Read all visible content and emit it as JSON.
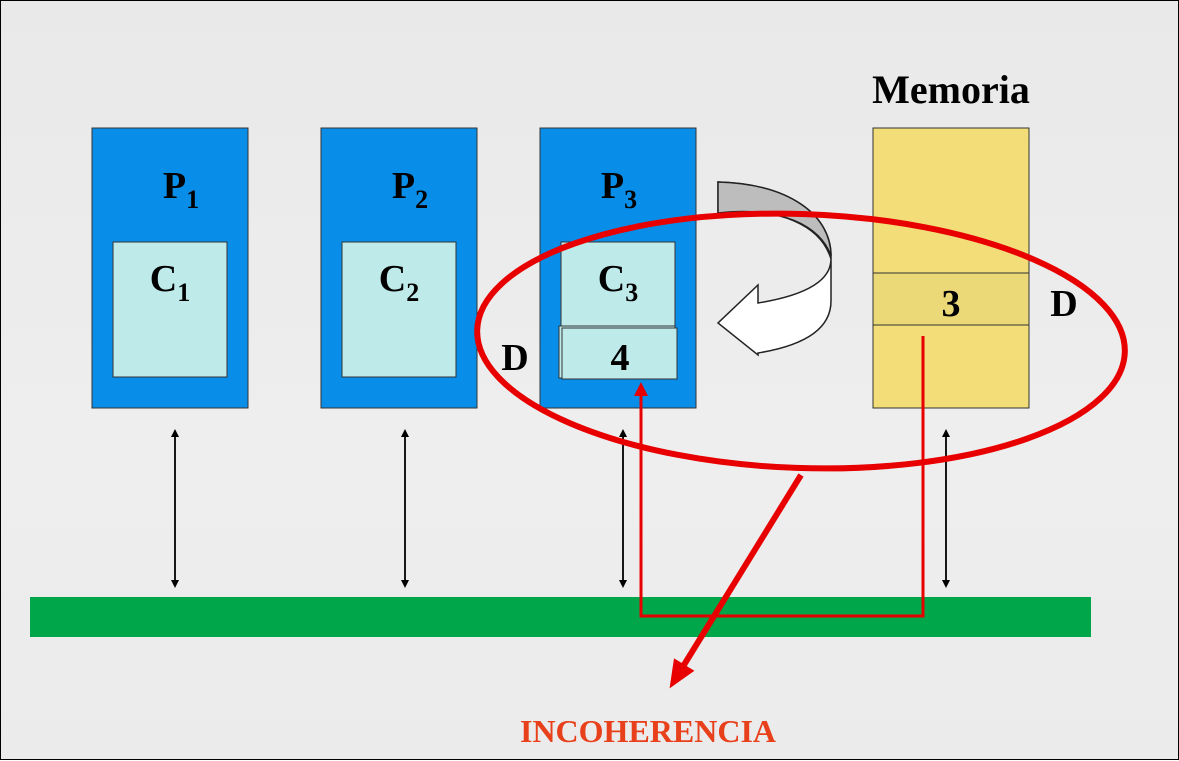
{
  "processors": [
    {
      "p_label": "P",
      "p_sub": "1",
      "c_label": "C",
      "c_sub": "1"
    },
    {
      "p_label": "P",
      "p_sub": "2",
      "c_label": "C",
      "c_sub": "2"
    },
    {
      "p_label": "P",
      "p_sub": "3",
      "c_label": "C",
      "c_sub": "3"
    }
  ],
  "cache_block": {
    "label": "D",
    "value": "4"
  },
  "memory": {
    "title": "Memoria",
    "block_label": "D",
    "value": "3"
  },
  "result_label": "INCOHERENCIA",
  "colors": {
    "processor": "#088ee8",
    "cache": "#bfeaea",
    "memory": "#f2dd78",
    "bus": "#00a64a",
    "highlight": "#e80000",
    "result": "#e8401a"
  }
}
